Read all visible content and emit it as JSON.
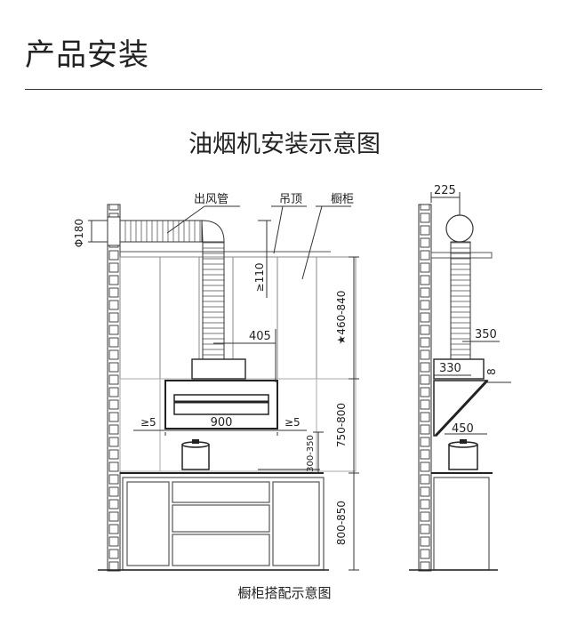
{
  "header": {
    "title": "产品安装"
  },
  "diagram": {
    "title": "油烟机安装示意图",
    "caption": "橱柜搭配示意图",
    "front_view": {
      "labels": {
        "duct": "出风管",
        "ceiling": "吊顶",
        "cabinet": "橱柜",
        "diameter": "Φ180",
        "clearance_top": "≥110",
        "duct_offset": "405",
        "hood_width": "900",
        "side_gap_left": "≥5",
        "side_gap_right": "≥5",
        "cabinet_height": "★460-840",
        "hood_height": "750-800",
        "hob_gap": "300-350",
        "counter_height": "800-850"
      }
    },
    "side_view": {
      "labels": {
        "top_width": "225",
        "duct_height": "350",
        "hood_depth": "330",
        "angle": "8",
        "hood_diag": "450"
      }
    }
  }
}
